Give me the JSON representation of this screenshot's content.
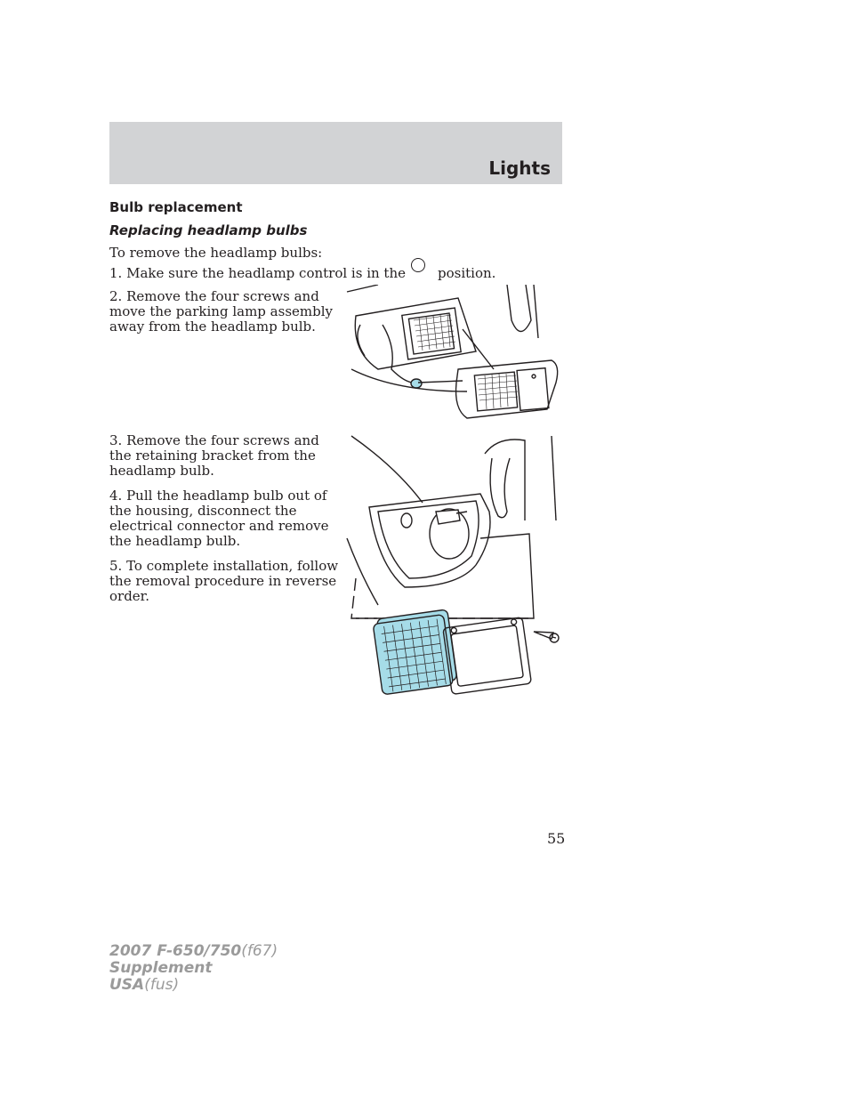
{
  "header": {
    "section": "Lights"
  },
  "headings": {
    "main": "Bulb replacement",
    "sub": "Replacing headlamp bulbs"
  },
  "intro": "To remove the headlamp bulbs:",
  "steps": {
    "s1_before": "1. Make sure the headlamp control is in the",
    "s1_after": "position.",
    "s2": "2. Remove the four screws and move the parking lamp assembly away from the headlamp bulb.",
    "s3": "3. Remove the four screws and the retaining bracket from the headlamp bulb.",
    "s4": "4. Pull the headlamp bulb out of the housing, disconnect the electrical connector and remove the headlamp bulb.",
    "s5": "5. To complete installation, follow the removal procedure in reverse order."
  },
  "page_number": "55",
  "footer": {
    "model": "2007 F-650/750",
    "model_code": "(f67)",
    "doc": "Supplement",
    "region": "USA",
    "region_code": "(fus)"
  },
  "colors": {
    "header_band": "#d2d3d5",
    "lamp_highlight": "#a6dce8"
  }
}
